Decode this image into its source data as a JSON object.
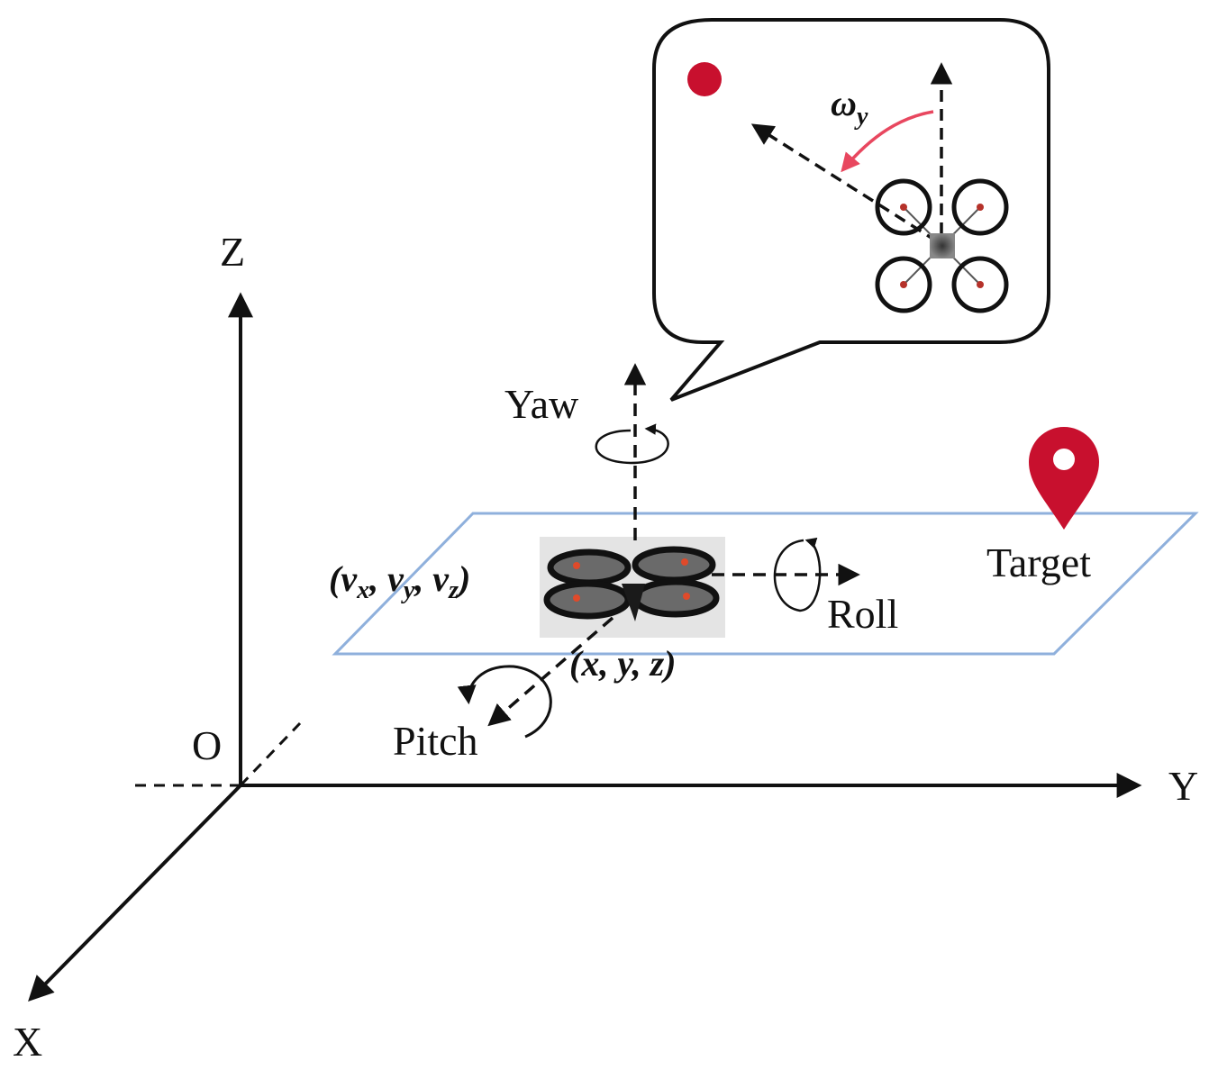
{
  "axes": {
    "z": "Z",
    "y": "Y",
    "x": "X",
    "origin": "O"
  },
  "rotations": {
    "yaw": "Yaw",
    "roll": "Roll",
    "pitch": "Pitch"
  },
  "velocity": {
    "open": "(",
    "v": "v",
    "x": "x",
    "y": "y",
    "z": "z",
    "close": ")"
  },
  "position": "(x, y, z)",
  "target": "Target",
  "callout": {
    "omega": "ω",
    "omega_sub": "y"
  },
  "colors": {
    "target_marker": "#c8102e",
    "yaw_rate_arrow": "#e8475f",
    "plane_outline": "#8fb0dc",
    "line": "#111111"
  }
}
